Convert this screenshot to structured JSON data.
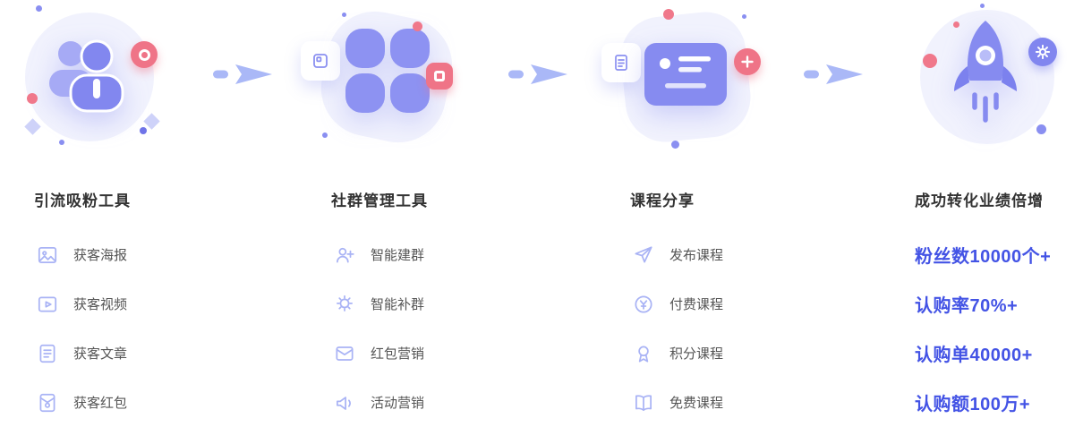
{
  "colors": {
    "primary_purple": "#868bf0",
    "light_purple_bg": "#f1f2fd",
    "accent_pink": "#f0788b",
    "arrow_purple": "#aab8f7",
    "title_text": "#333333",
    "item_text": "#555555",
    "highlight_text": "#4353e5"
  },
  "columns": [
    {
      "title": "引流吸粉工具",
      "illustration": "users-illustration",
      "items": [
        {
          "icon": "poster-icon",
          "label": "获客海报"
        },
        {
          "icon": "video-icon",
          "label": "获客视频"
        },
        {
          "icon": "article-icon",
          "label": "获客文章"
        },
        {
          "icon": "red-packet-icon",
          "label": "获客红包"
        }
      ]
    },
    {
      "title": "社群管理工具",
      "illustration": "clover-illustration",
      "items": [
        {
          "icon": "smart-group-icon",
          "label": "智能建群"
        },
        {
          "icon": "smart-refill-icon",
          "label": "智能补群"
        },
        {
          "icon": "red-packet-marketing-icon",
          "label": "红包营销"
        },
        {
          "icon": "activity-marketing-icon",
          "label": "活动营销"
        }
      ]
    },
    {
      "title": "课程分享",
      "illustration": "course-card-illustration",
      "items": [
        {
          "icon": "publish-course-icon",
          "label": "发布课程"
        },
        {
          "icon": "paid-course-icon",
          "label": "付费课程"
        },
        {
          "icon": "points-course-icon",
          "label": "积分课程"
        },
        {
          "icon": "free-course-icon",
          "label": "免费课程"
        }
      ]
    },
    {
      "title": "成功转化业绩倍增",
      "illustration": "rocket-illustration",
      "highlight": true,
      "items": [
        {
          "label": "粉丝数10000个+"
        },
        {
          "label": "认购率70%+"
        },
        {
          "label": "认购单40000+"
        },
        {
          "label": "认购额100万+"
        }
      ]
    }
  ]
}
